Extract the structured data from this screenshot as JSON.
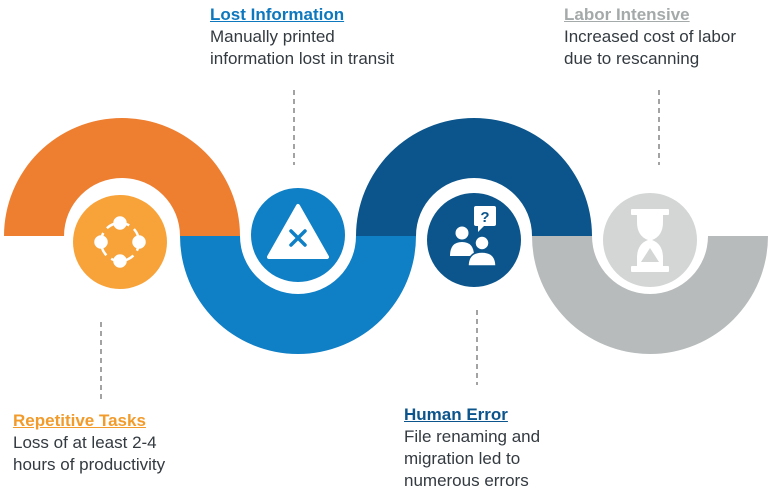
{
  "colors": {
    "orange": "#ee7f31",
    "orange_light": "#f8a33a",
    "blue": "#0f7fc6",
    "blue_dark": "#0b558c",
    "gray": "#b7bbbb",
    "gray_light": "#d3d6d5",
    "line": "#666666"
  },
  "items": [
    {
      "key": "repetitive",
      "title": "Repetitive Tasks",
      "desc": "Loss of at least 2-4\nhours of productivity",
      "icon": "cycle-nodes-icon",
      "color": "#f29b2b"
    },
    {
      "key": "lost",
      "title": "Lost Information",
      "desc": "Manually printed\ninformation lost in transit",
      "icon": "warning-triangle-x-icon",
      "color": "#0d78be"
    },
    {
      "key": "human",
      "title": "Human Error",
      "desc": "File renaming and\nmigration led to\nnumerous errors",
      "icon": "people-question-icon",
      "color": "#0b558c"
    },
    {
      "key": "labor",
      "title": "Labor Intensive",
      "desc": "Increased cost of labor\ndue to rescanning",
      "icon": "hourglass-icon",
      "color": "#a4a9a9"
    }
  ]
}
